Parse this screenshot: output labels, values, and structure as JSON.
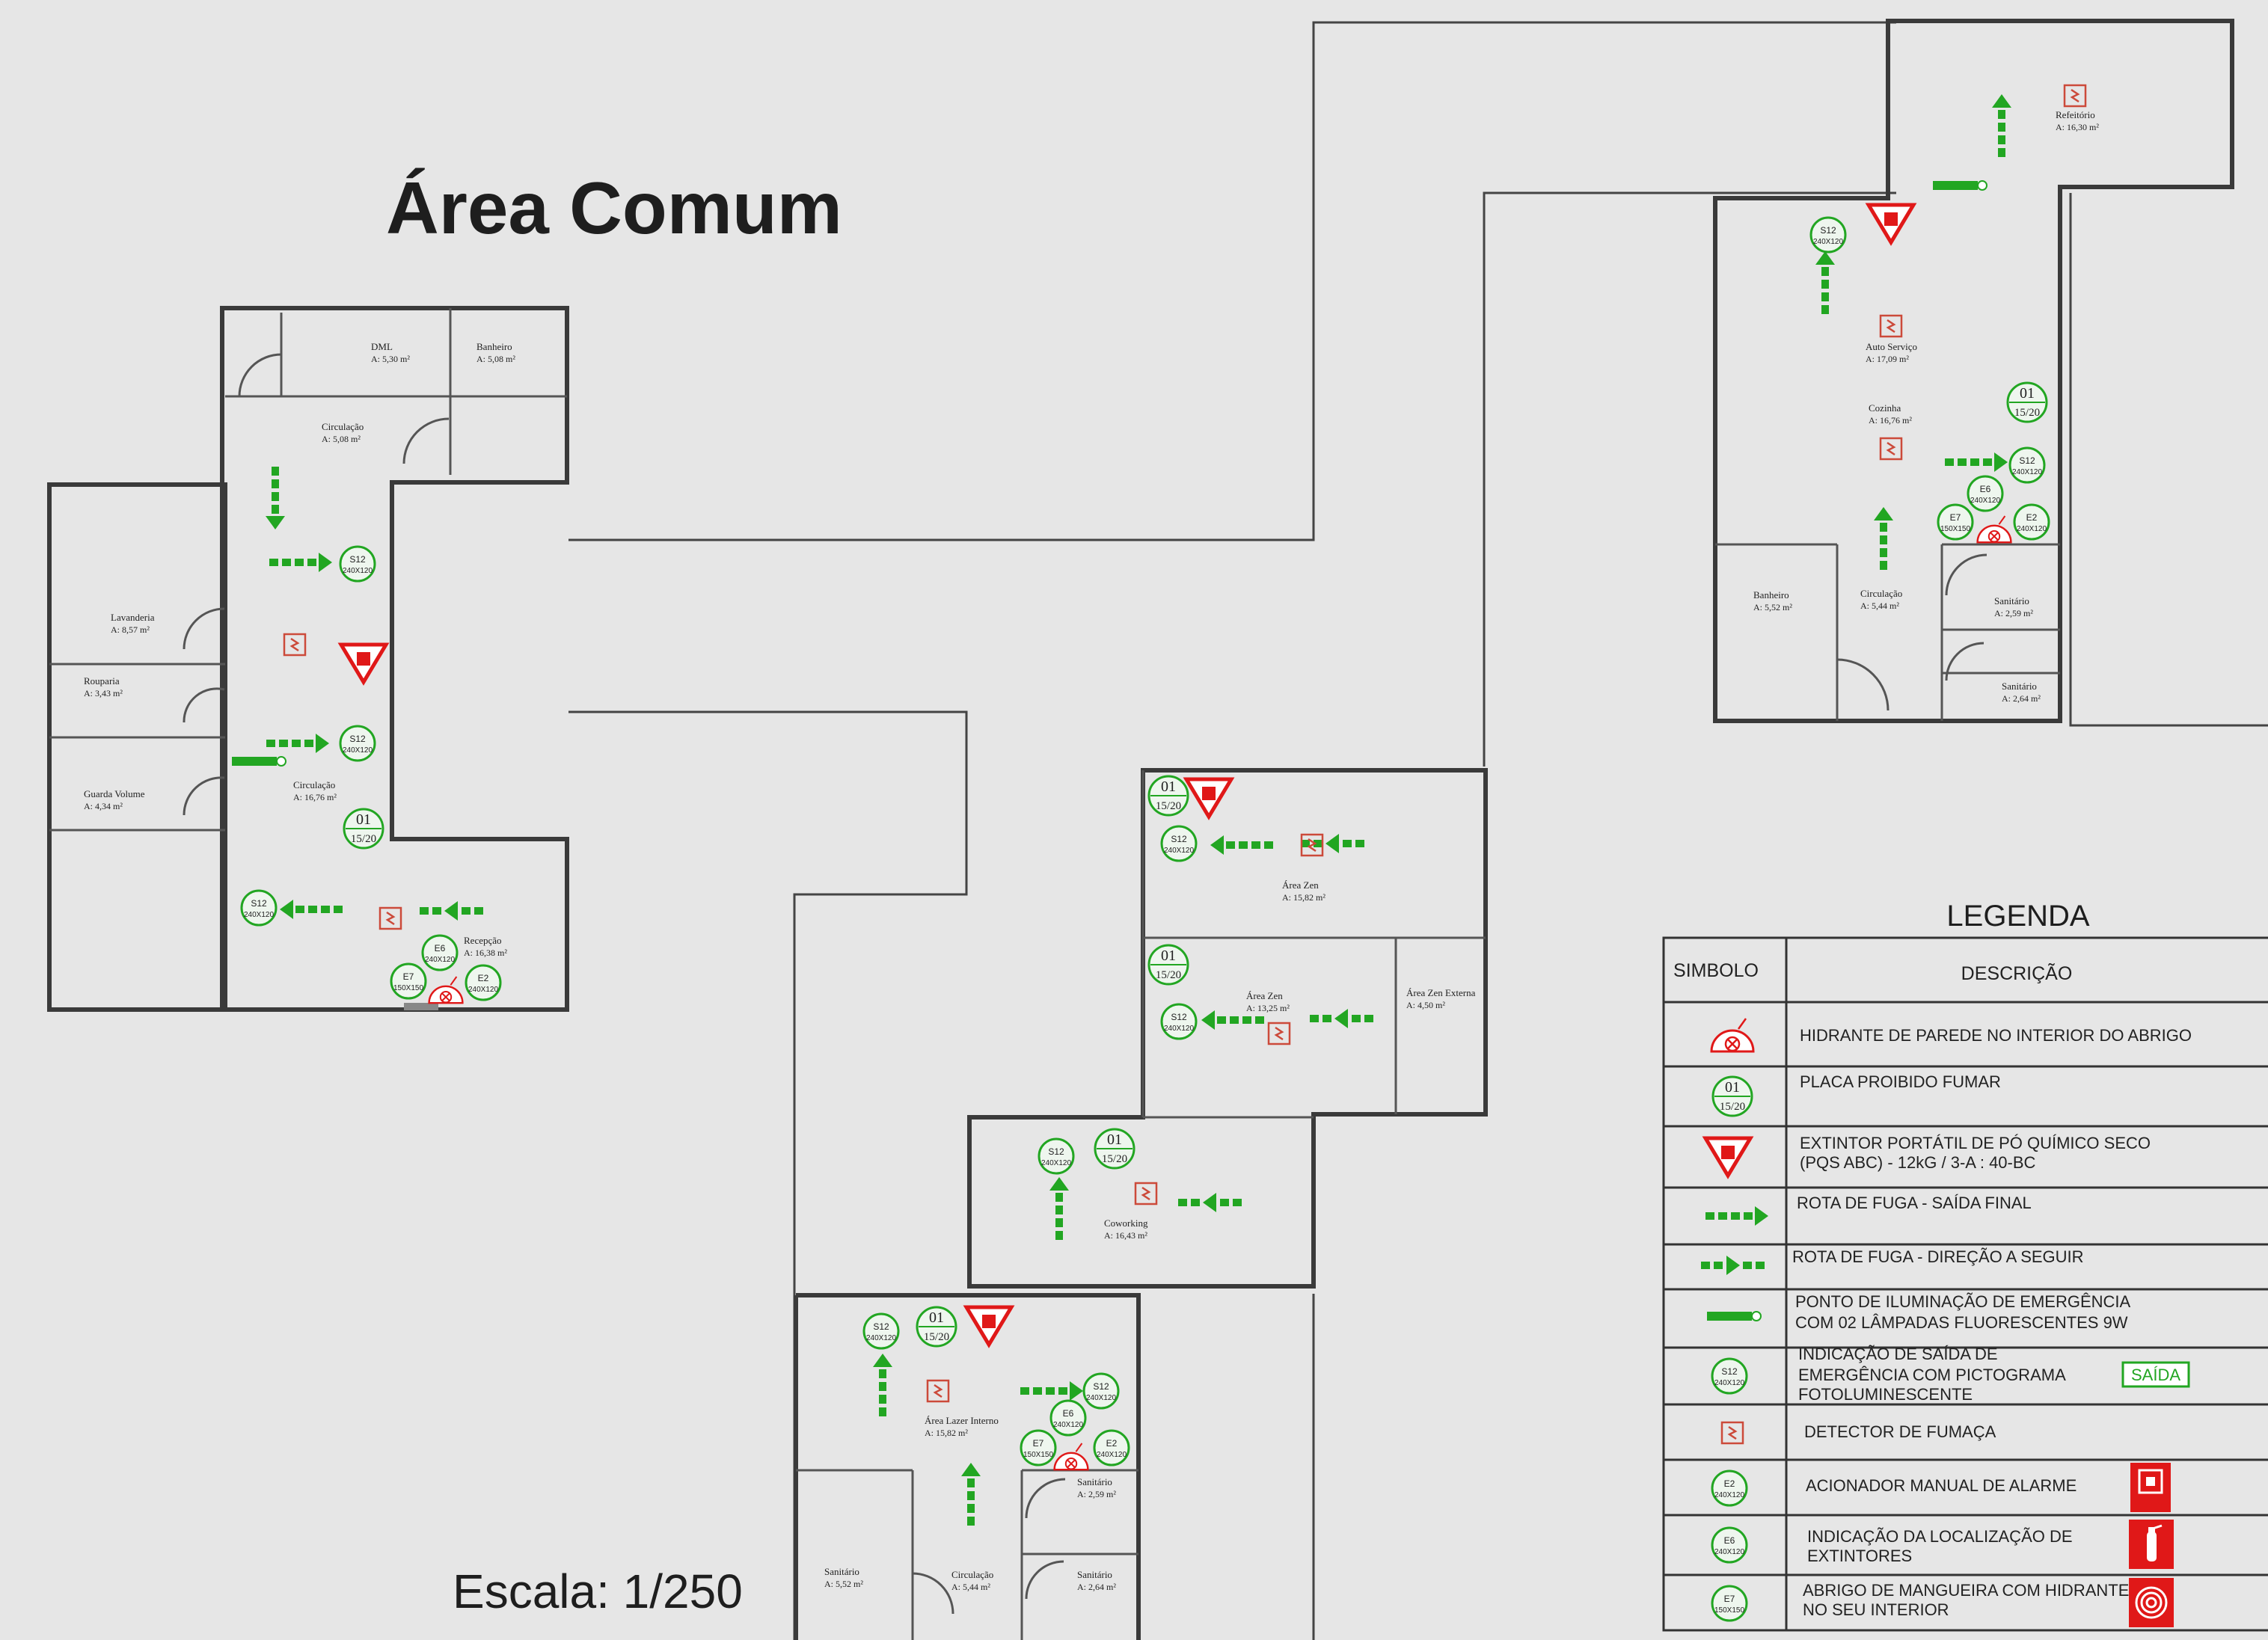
{
  "title": "Área Comum",
  "scale": "Escala: 1/250",
  "colors": {
    "green": "#22a622",
    "red": "#e01818",
    "wall": "#3a3a3a",
    "background": "#e6e6e6"
  },
  "rooms": [
    {
      "name": "DML",
      "area": "A: 5,30 m²"
    },
    {
      "name": "Banheiro",
      "area": "A: 5,08 m²"
    },
    {
      "name": "Circulação",
      "area": "A: 5,08 m²"
    },
    {
      "name": "Lavanderia",
      "area": "A: 8,57 m²"
    },
    {
      "name": "Rouparia",
      "area": "A: 3,43 m²"
    },
    {
      "name": "Guarda Volume",
      "area": "A: 4,34 m²"
    },
    {
      "name": "Circulação",
      "area": "A: 16,76 m²"
    },
    {
      "name": "Recepção",
      "area": "A: 16,38 m²"
    },
    {
      "name": "Refeitório",
      "area": "A: 16,30 m²"
    },
    {
      "name": "Auto Serviço",
      "area": "A: 17,09 m²"
    },
    {
      "name": "Cozinha",
      "area": "A: 16,76 m²"
    },
    {
      "name": "Banheiro",
      "area": "A: 5,52 m²"
    },
    {
      "name": "Circulação",
      "area": "A: 5,44 m²"
    },
    {
      "name": "Sanitário",
      "area": "A: 2,59 m²"
    },
    {
      "name": "Sanitário",
      "area": "A: 2,64 m²"
    },
    {
      "name": "Área Zen",
      "area": "A: 15,82 m²"
    },
    {
      "name": "Área Zen",
      "area": "A: 13,25 m²"
    },
    {
      "name": "Área Zen Externa",
      "area": "A: 4,50 m²"
    },
    {
      "name": "Coworking",
      "area": "A: 16,43 m²"
    },
    {
      "name": "Área Lazer Interno",
      "area": "A: 15,82 m²"
    },
    {
      "name": "Sanitário",
      "area": "A: 2,59 m²"
    },
    {
      "name": "Sanitário",
      "area": "A: 5,52 m²"
    },
    {
      "name": "Circulação",
      "area": "A: 5,44 m²"
    },
    {
      "name": "Sanitário",
      "area": "A: 2,64 m²"
    }
  ],
  "symbols": {
    "no_smoking_top": "01",
    "no_smoking_bottom": "15/20",
    "exit_code": "S12",
    "exit_size": "240X120",
    "alarm_code": "E2",
    "alarm_size": "240X120",
    "ext_code": "E6",
    "ext_size": "240X120",
    "hose_code": "E7",
    "hose_size": "150X150"
  },
  "legend": {
    "title": "LEGENDA",
    "col_symbol": "SIMBOLO",
    "col_description": "DESCRIÇÃO",
    "rows": [
      {
        "symbol": "hydrant-icon",
        "lines": [
          "HIDRANTE DE PAREDE NO INTERIOR DO ABRIGO"
        ]
      },
      {
        "symbol": "no-smoking-sign-icon",
        "lines": [
          "PLACA PROIBIDO FUMAR"
        ]
      },
      {
        "symbol": "extinguisher-triangle-icon",
        "lines": [
          "EXTINTOR PORTÁTIL  DE PÓ QUÍMICO SECO",
          "(PQS ABC) - 12kG / 3-A : 40-BC"
        ]
      },
      {
        "symbol": "escape-route-final-icon",
        "lines": [
          "ROTA DE FUGA - SAÍDA FINAL"
        ]
      },
      {
        "symbol": "escape-route-direction-icon",
        "lines": [
          "ROTA DE FUGA - DIREÇÃO A SEGUIR"
        ]
      },
      {
        "symbol": "emergency-light-icon",
        "lines": [
          "PONTO DE ILUMINAÇÃO DE EMERGÊNCIA",
          "COM 02 LÂMPADAS FLUORESCENTES 9W"
        ]
      },
      {
        "symbol": "exit-sign-icon",
        "lines": [
          "INDICAÇÃO DE SAÍDA DE",
          "EMERGÊNCIA COM PICTOGRAMA",
          "FOTOLUMINESCENTE"
        ]
      },
      {
        "symbol": "smoke-detector-icon",
        "lines": [
          "DETECTOR DE FUMAÇA"
        ]
      },
      {
        "symbol": "alarm-sign-icon",
        "lines": [
          "ACIONADOR MANUAL DE ALARME"
        ]
      },
      {
        "symbol": "extinguisher-sign-icon",
        "lines": [
          "INDICAÇÃO DA LOCALIZAÇÃO DE",
          "EXTINTORES"
        ]
      },
      {
        "symbol": "hose-sign-icon",
        "lines": [
          "ABRIGO DE MANGUEIRA COM HIDRANTE",
          "NO SEU INTERIOR"
        ]
      }
    ],
    "exit_label": "SAÍDA",
    "hose_sign_code": "E7",
    "hose_sign_size": "150X150"
  }
}
